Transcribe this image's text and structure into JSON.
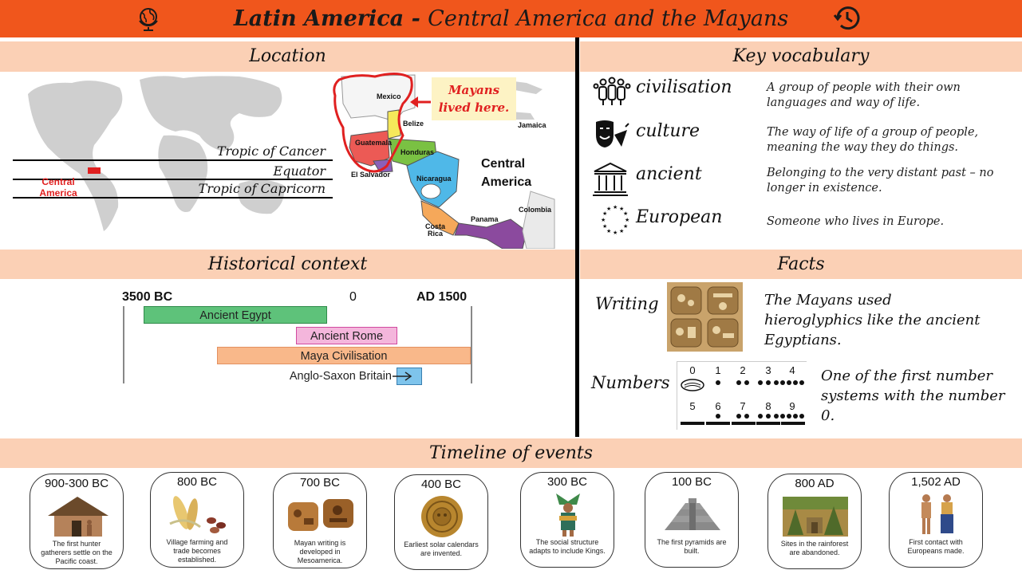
{
  "header": {
    "title_a": "Latin America - ",
    "title_b": " Central America and the Mayans",
    "left_icon": "globe-icon",
    "right_icon": "history-clock-icon",
    "bg_color": "#f0561c"
  },
  "location": {
    "heading": "Location",
    "lines": [
      "Tropic of Cancer",
      "Equator",
      "Tropic of Capricorn"
    ],
    "region_label": [
      "Central",
      "America"
    ],
    "callout": [
      "Mayans",
      "lived here."
    ],
    "countries": [
      "Mexico",
      "Belize",
      "Jamaica",
      "Guatemala",
      "Honduras",
      "El Salvador",
      "Nicaragua",
      "Costa",
      "Rica",
      "Panama",
      "Colombia"
    ],
    "map_title": [
      "Central",
      "America"
    ]
  },
  "vocab": {
    "heading": "Key vocabulary",
    "items": [
      {
        "word": "civilisation",
        "icon": "people-icon",
        "def": [
          "A group of people with their own",
          "languages and way of life."
        ]
      },
      {
        "word": "culture",
        "icon": "theatre-mask-icon",
        "def": [
          "The way of life of a group of people,",
          "meaning the way they do things."
        ]
      },
      {
        "word": "ancient",
        "icon": "temple-icon",
        "def": [
          "Belonging to the very distant past – no",
          "longer in existence."
        ]
      },
      {
        "word": "European",
        "icon": "eu-stars-icon",
        "def": [
          "Someone who lives in Europe."
        ]
      }
    ]
  },
  "history": {
    "heading": "Historical context",
    "scale": [
      "3500 BC",
      "0",
      "AD 1500"
    ],
    "bars": [
      "Ancient Egypt",
      "Ancient Rome",
      "Maya Civilisation",
      "Anglo-Saxon Britain"
    ]
  },
  "facts": {
    "heading": "Facts",
    "writing_title": "Writing",
    "writing_text": [
      "The Mayans used",
      "hieroglyphics like the ancient",
      "Egyptians."
    ],
    "numbers_title": "Numbers",
    "numbers_text": [
      "One of the first number",
      "systems with the number",
      "0."
    ],
    "digits_top": [
      "0",
      "1",
      "2",
      "3",
      "4"
    ],
    "digits_bottom": [
      "5",
      "6",
      "7",
      "8",
      "9"
    ]
  },
  "timeline": {
    "heading": "Timeline of events",
    "events": [
      {
        "year": "900-300 BC",
        "cap": [
          "The first hunter",
          "gatherers settle on the",
          "Pacific coast."
        ]
      },
      {
        "year": "800 BC",
        "cap": [
          "Village farming and",
          "trade becomes",
          "established."
        ]
      },
      {
        "year": "700 BC",
        "cap": [
          "Mayan writing is",
          "developed in",
          "Mesoamerica."
        ]
      },
      {
        "year": "400 BC",
        "cap": [
          "Earliest solar calendars",
          "are invented."
        ]
      },
      {
        "year": "300 BC",
        "cap": [
          "The social structure",
          "adapts to include Kings."
        ]
      },
      {
        "year": "100 BC",
        "cap": [
          "The first pyramids are",
          "built."
        ]
      },
      {
        "year": "800 AD",
        "cap": [
          "Sites in the rainforest",
          "are abandoned."
        ]
      },
      {
        "year": "1,502 AD",
        "cap": [
          "First contact with",
          "Europeans made."
        ]
      }
    ]
  }
}
